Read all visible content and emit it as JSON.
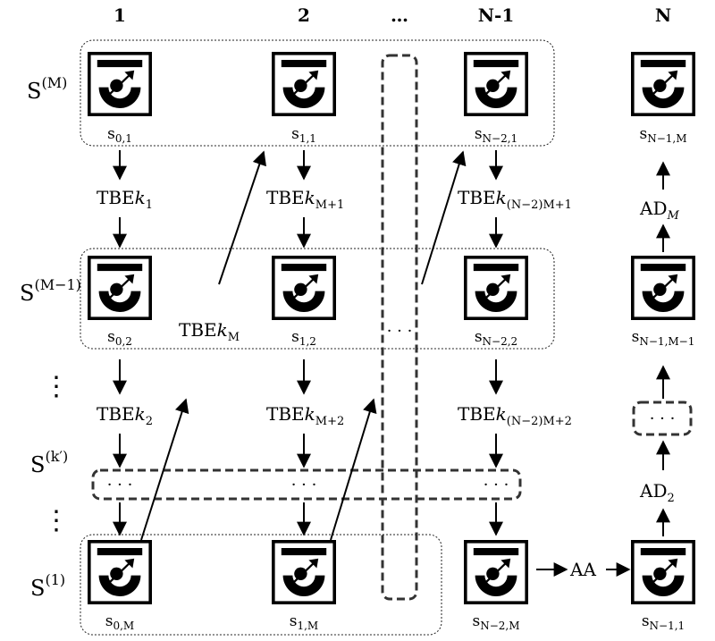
{
  "columns": [
    "1",
    "2",
    "…",
    "N-1",
    "N"
  ],
  "rows": {
    "top": "S",
    "top_sup": "(M)",
    "second": "S",
    "second_sup": "(M−1)",
    "middle": "S",
    "middle_sup": "(k′)",
    "bottom": "S",
    "bottom_sup": "(1)",
    "vdots": "⋮"
  },
  "sites": {
    "s01": {
      "base": "s",
      "sub": "0,1"
    },
    "s11": {
      "base": "s",
      "sub": "1,1"
    },
    "sN21": {
      "base": "s",
      "sub": "N−2,1"
    },
    "sN1M": {
      "base": "s",
      "sub": "N−1,M"
    },
    "s02": {
      "base": "s",
      "sub": "0,2"
    },
    "s12": {
      "base": "s",
      "sub": "1,2"
    },
    "sN22": {
      "base": "s",
      "sub": "N−2,2"
    },
    "sN1M1": {
      "base": "s",
      "sub": "N−1,M−1"
    },
    "s0M": {
      "base": "s",
      "sub": "0,M"
    },
    "s1M": {
      "base": "s",
      "sub": "1,M"
    },
    "sN2M": {
      "base": "s",
      "sub": "N−2,M"
    },
    "sN11": {
      "base": "s",
      "sub": "N−1,1"
    }
  },
  "operations": {
    "tbe_k1": {
      "base": "TBE",
      "var": "k",
      "sub": "1"
    },
    "tbe_kM1": {
      "base": "TBE",
      "var": "k",
      "sub": "M+1"
    },
    "tbe_kN2M1": {
      "base": "TBE",
      "var": "k",
      "sub": "(N−2)M+1"
    },
    "tbe_kM": {
      "base": "TBE",
      "var": "k",
      "sub": "M"
    },
    "tbe_k2": {
      "base": "TBE",
      "var": "k",
      "sub": "2"
    },
    "tbe_kM2": {
      "base": "TBE",
      "var": "k",
      "sub": "M+2"
    },
    "tbe_kN2M2": {
      "base": "TBE",
      "var": "k",
      "sub": "(N−2)M+2"
    },
    "ad_M": {
      "base": "AD",
      "sub": "M"
    },
    "ad_2": {
      "base": "AD",
      "sub": "2"
    },
    "aa": "AA"
  },
  "ellipsis": "· · ·"
}
